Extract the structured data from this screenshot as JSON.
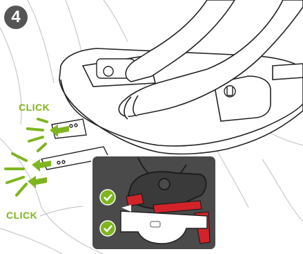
{
  "step": {
    "number": "4"
  },
  "labels": {
    "click_top": "CLICK",
    "click_bottom": "CLICK"
  },
  "colors": {
    "badge": "#555555",
    "click_green": "#7fb51f",
    "accent_red": "#d2232a",
    "inset_bg": "#4a4a4a"
  },
  "icons": [
    "click-burst-icon",
    "latch-connector-icon",
    "indicator-check-icon"
  ]
}
